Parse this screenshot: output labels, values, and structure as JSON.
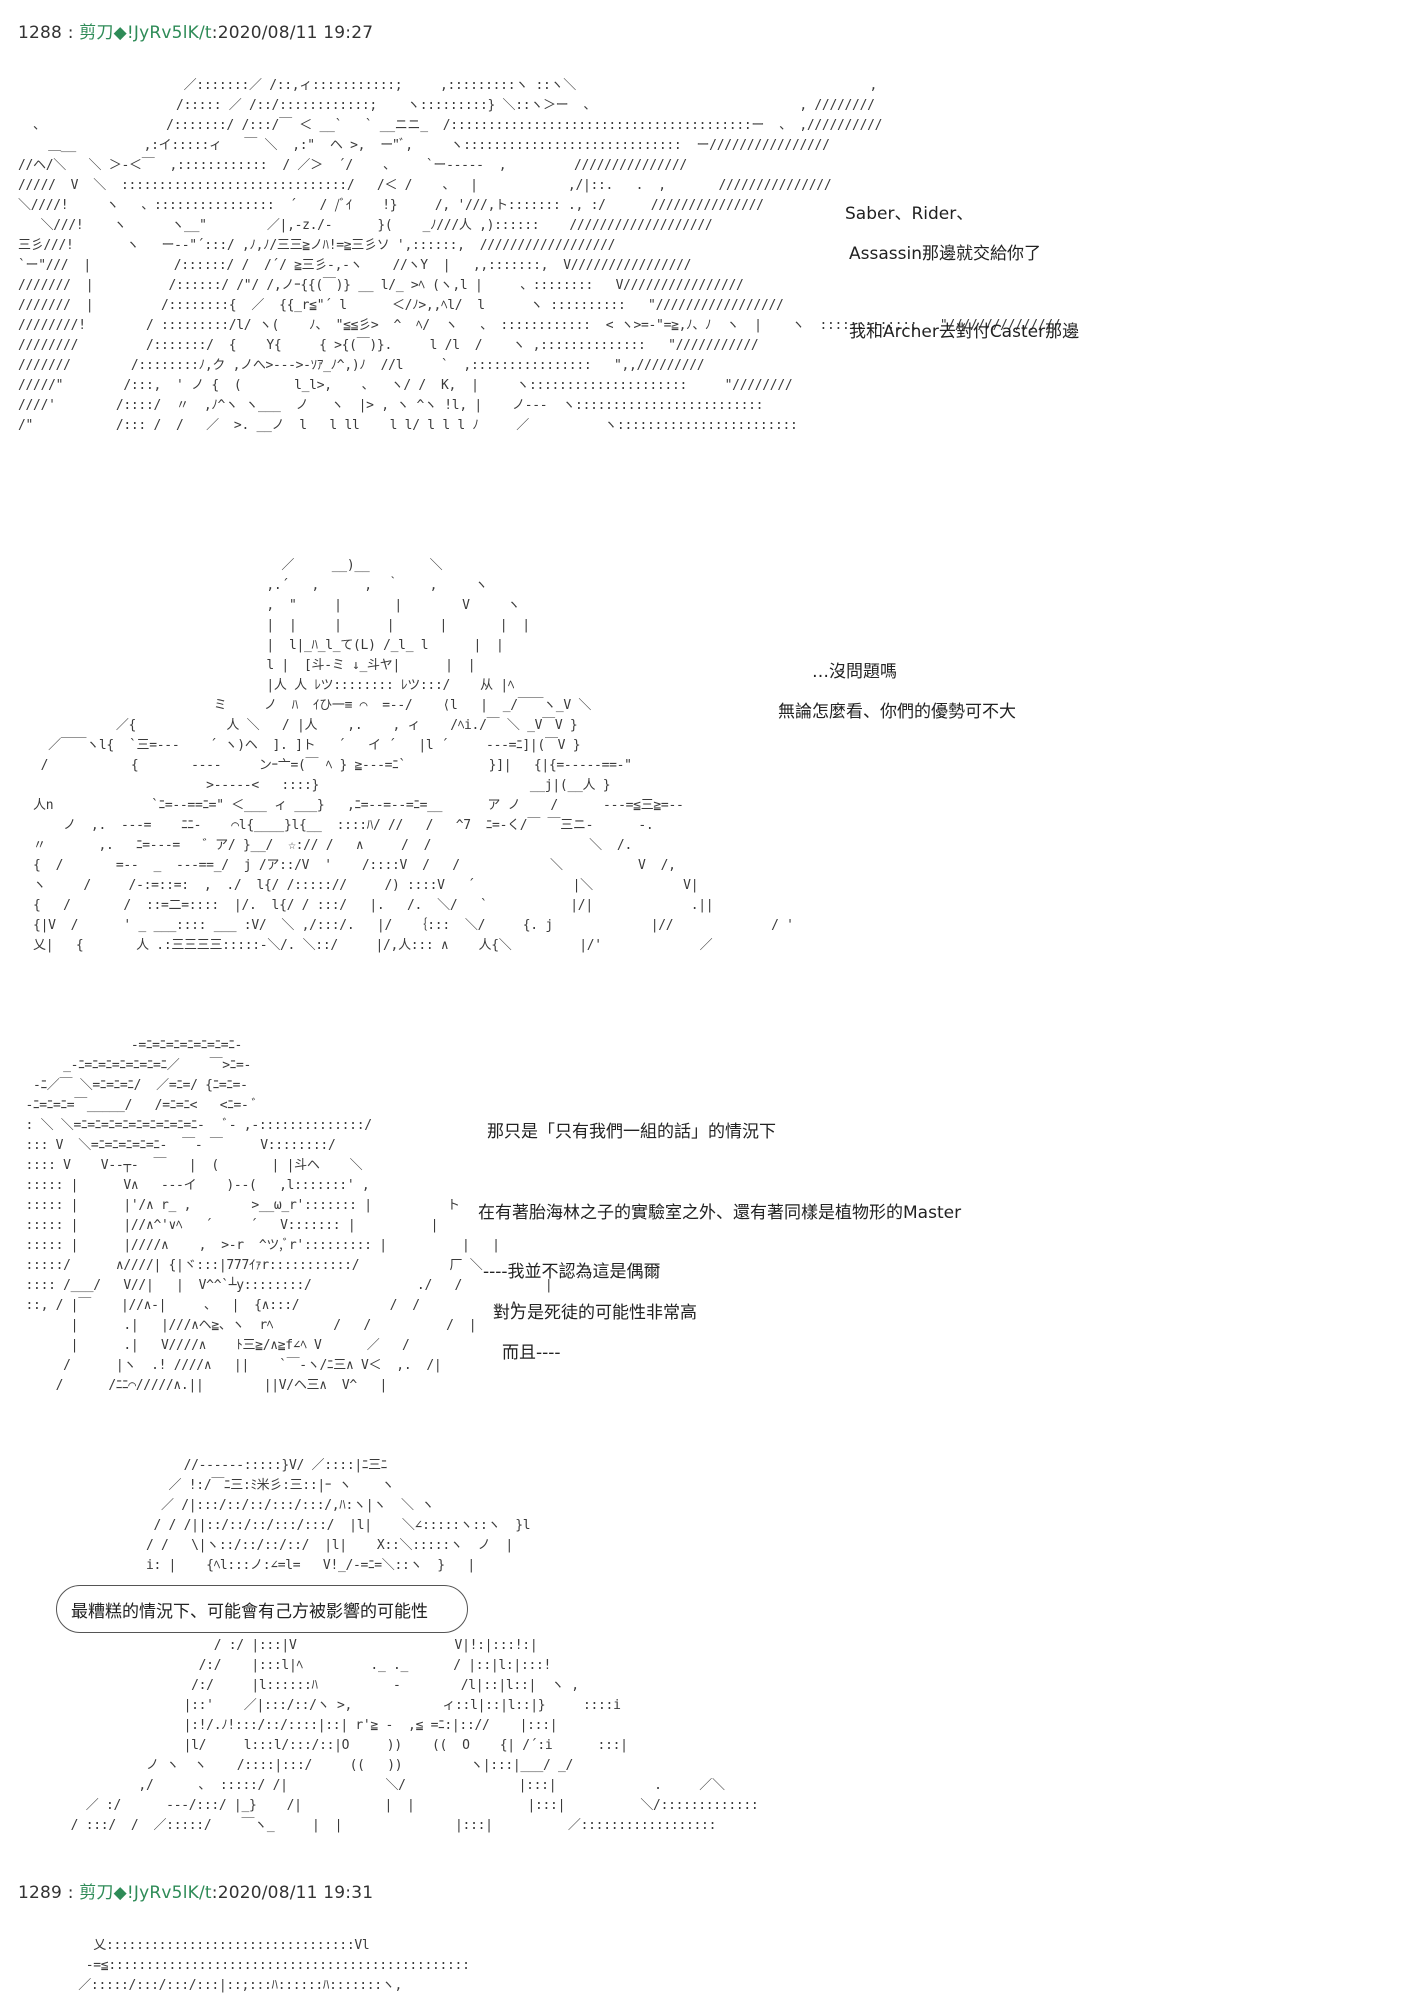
{
  "posts": [
    {
      "number": "1288",
      "separator": ":",
      "name": "剪刀◆",
      "trip": "!JyRv5lK/t",
      "datetime": ":2020/08/11 19:27"
    },
    {
      "number": "1289",
      "separator": ":",
      "name": "剪刀◆",
      "trip": "!JyRv5lK/t",
      "datetime": ":2020/08/11 19:31"
    }
  ],
  "dialogue": {
    "scene1_line1": "Saber、Rider、",
    "scene1_line2": "Assassin那邊就交給你了",
    "scene1_line3": "我和Archer去對付Caster那邊",
    "scene2_line1": "…沒問題嗎",
    "scene2_line2": "無論怎麼看、你們的優勢可不大",
    "scene3_line1": "那只是「只有我們一組的話」的情況下",
    "scene3_line2": "在有著胎海林之子的實驗室之外、還有著同樣是植物形的Master",
    "scene3_line3": "----我並不認為這是偶爾",
    "scene3_line4": "對方是死徒的可能性非常高",
    "scene3_line5": "而且----",
    "scene4_bubble": "最糟糕的情況下、可能會有己方被影響的可能性"
  }
}
